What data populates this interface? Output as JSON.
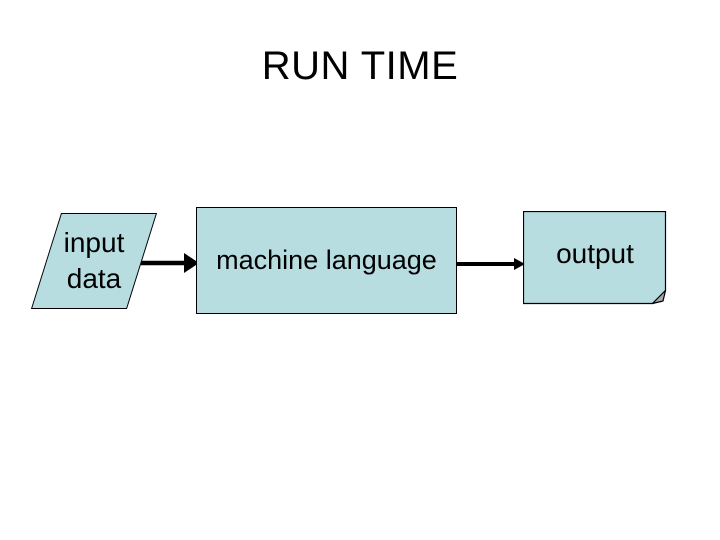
{
  "slide": {
    "title": "RUN TIME",
    "background": "#ffffff"
  },
  "diagram": {
    "nodes": [
      {
        "id": "input-data",
        "shape": "parallelogram",
        "line1": "input",
        "line2": "data"
      },
      {
        "id": "machine-language",
        "shape": "rectangle",
        "label": "machine language"
      },
      {
        "id": "output",
        "shape": "folded-corner-rectangle",
        "label": "output"
      }
    ],
    "connectors": [
      {
        "from": "input-data",
        "to": "machine-language",
        "type": "arrow"
      },
      {
        "from": "machine-language",
        "to": "output",
        "type": "arrow"
      }
    ],
    "colors": {
      "node_fill": "#b8dde1",
      "node_border": "#000000",
      "arrow": "#000000",
      "fold": "#aaaaaa",
      "title_text": "#000000",
      "node_text": "#000000"
    }
  }
}
